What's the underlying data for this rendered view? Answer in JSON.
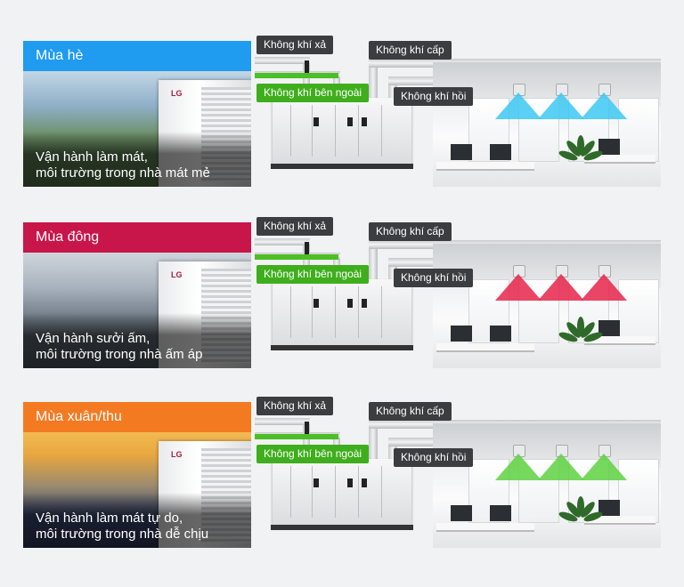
{
  "rows": [
    {
      "season": "Mùa hè",
      "season_color": "#1f9bf0",
      "caption_line1": "Vận hành làm mát,",
      "caption_line2": "môi trường trong nhà mát mẻ",
      "diffuser_color": "#3cc8f2",
      "sky": "linear-gradient(180deg,#cfe0ee 0%,#8fb0c8 35%,#6b8e64 60%,#4f6e45 100%)"
    },
    {
      "season": "Mùa đông",
      "season_color": "#c8154a",
      "caption_line1": "Vận hành sưởi ấm,",
      "caption_line2": "môi trường trong nhà ấm áp",
      "diffuser_color": "#e6244a",
      "sky": "linear-gradient(180deg,#d8dde3 0%,#a9b3be 35%,#707b86 60%,#4a525a 100%)"
    },
    {
      "season": "Mùa xuân/thu",
      "season_color": "#f47a22",
      "caption_line1": "Vận hành làm mát tự do,",
      "caption_line2": "môi trường trong nhà dễ chịu",
      "diffuser_color": "#5fd142",
      "sky": "linear-gradient(180deg,#f6c25a 0%,#e9a740 25%,#9b8b6e 50%,#3e4c77 75%,#2b3457 100%)"
    }
  ],
  "labels": {
    "exhaust": "Không khí xả",
    "outdoor": "Không khí bên ngoài",
    "supply": "Không khí cấp",
    "return": "Không khí hồi",
    "brand": "LG"
  }
}
